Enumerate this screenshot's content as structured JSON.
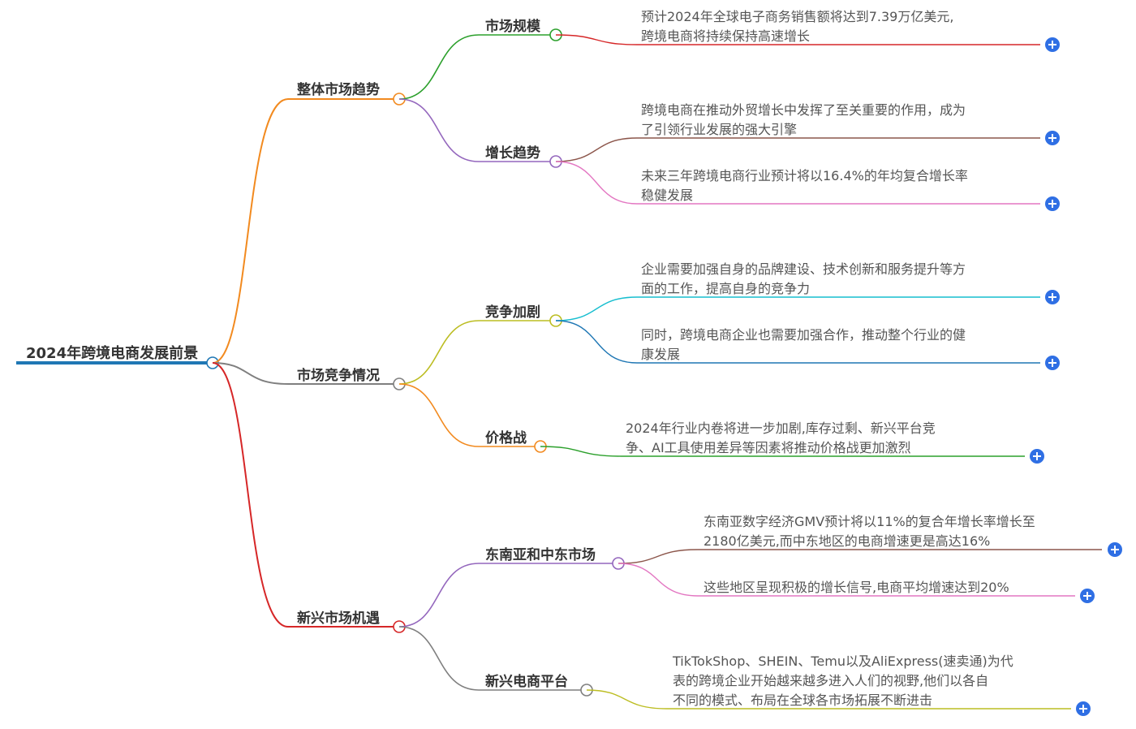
{
  "colors": {
    "root": "#1f77b4",
    "b1": "#f28a1f",
    "b2": "#7f7f7f",
    "b3": "#d62728",
    "s_market_size": "#2ca02c",
    "s_growth": "#9467bd",
    "s_competition": "#bcbd22",
    "s_price_war": "#f28a1f",
    "s_sea_me": "#9467bd",
    "s_platforms": "#7f7f7f",
    "l1": "#d62728",
    "l2": "#8c564b",
    "l3": "#e377c2",
    "l4": "#17becf",
    "l5": "#1f77b4",
    "l6": "#2ca02c",
    "l7": "#8c564b",
    "l8": "#e377c2",
    "l9": "#bcbd22",
    "plus": "#2f6fe4"
  },
  "root": {
    "label": "2024年跨境电商发展前景"
  },
  "branches": {
    "overall": {
      "label": "整体市场趋势"
    },
    "competition": {
      "label": "市场竞争情况"
    },
    "emerging": {
      "label": "新兴市场机遇"
    }
  },
  "subs": {
    "market_size": {
      "label": "市场规模"
    },
    "growth": {
      "label": "增长趋势"
    },
    "competition_up": {
      "label": "竞争加剧"
    },
    "price_war": {
      "label": "价格战"
    },
    "sea_me": {
      "label": "东南亚和中东市场"
    },
    "platforms": {
      "label": "新兴电商平台"
    }
  },
  "leaves": {
    "l1": [
      "预计2024年全球电子商务销售额将达到7.39万亿美元,",
      "跨境电商将持续保持高速增长"
    ],
    "l2": [
      "跨境电商在推动外贸增长中发挥了至关重要的作用，成为",
      "了引领行业发展的强大引擎"
    ],
    "l3": [
      "未来三年跨境电商行业预计将以16.4%的年均复合增长率",
      "稳健发展"
    ],
    "l4": [
      "企业需要加强自身的品牌建设、技术创新和服务提升等方",
      "面的工作，提高自身的竞争力"
    ],
    "l5": [
      "同时，跨境电商企业也需要加强合作，推动整个行业的健",
      "康发展"
    ],
    "l6": [
      "2024年行业内卷将进一步加剧,库存过剩、新兴平台竞",
      "争、AI工具使用差异等因素将推动价格战更加激烈"
    ],
    "l7": [
      "东南亚数字经济GMV预计将以11%的复合年增长率增长至",
      "2180亿美元,而中东地区的电商增速更是高达16%"
    ],
    "l8": [
      "这些地区呈现积极的增长信号,电商平均增速达到20%"
    ],
    "l9": [
      "TikTokShop、SHEIN、Temu以及AliExpress(速卖通)为代",
      "表的跨境企业开始越来越多进入人们的视野,他们以各自",
      "不同的模式、布局在全球各市场拓展不断进击"
    ]
  },
  "icons": {
    "expand": "plus-icon"
  }
}
